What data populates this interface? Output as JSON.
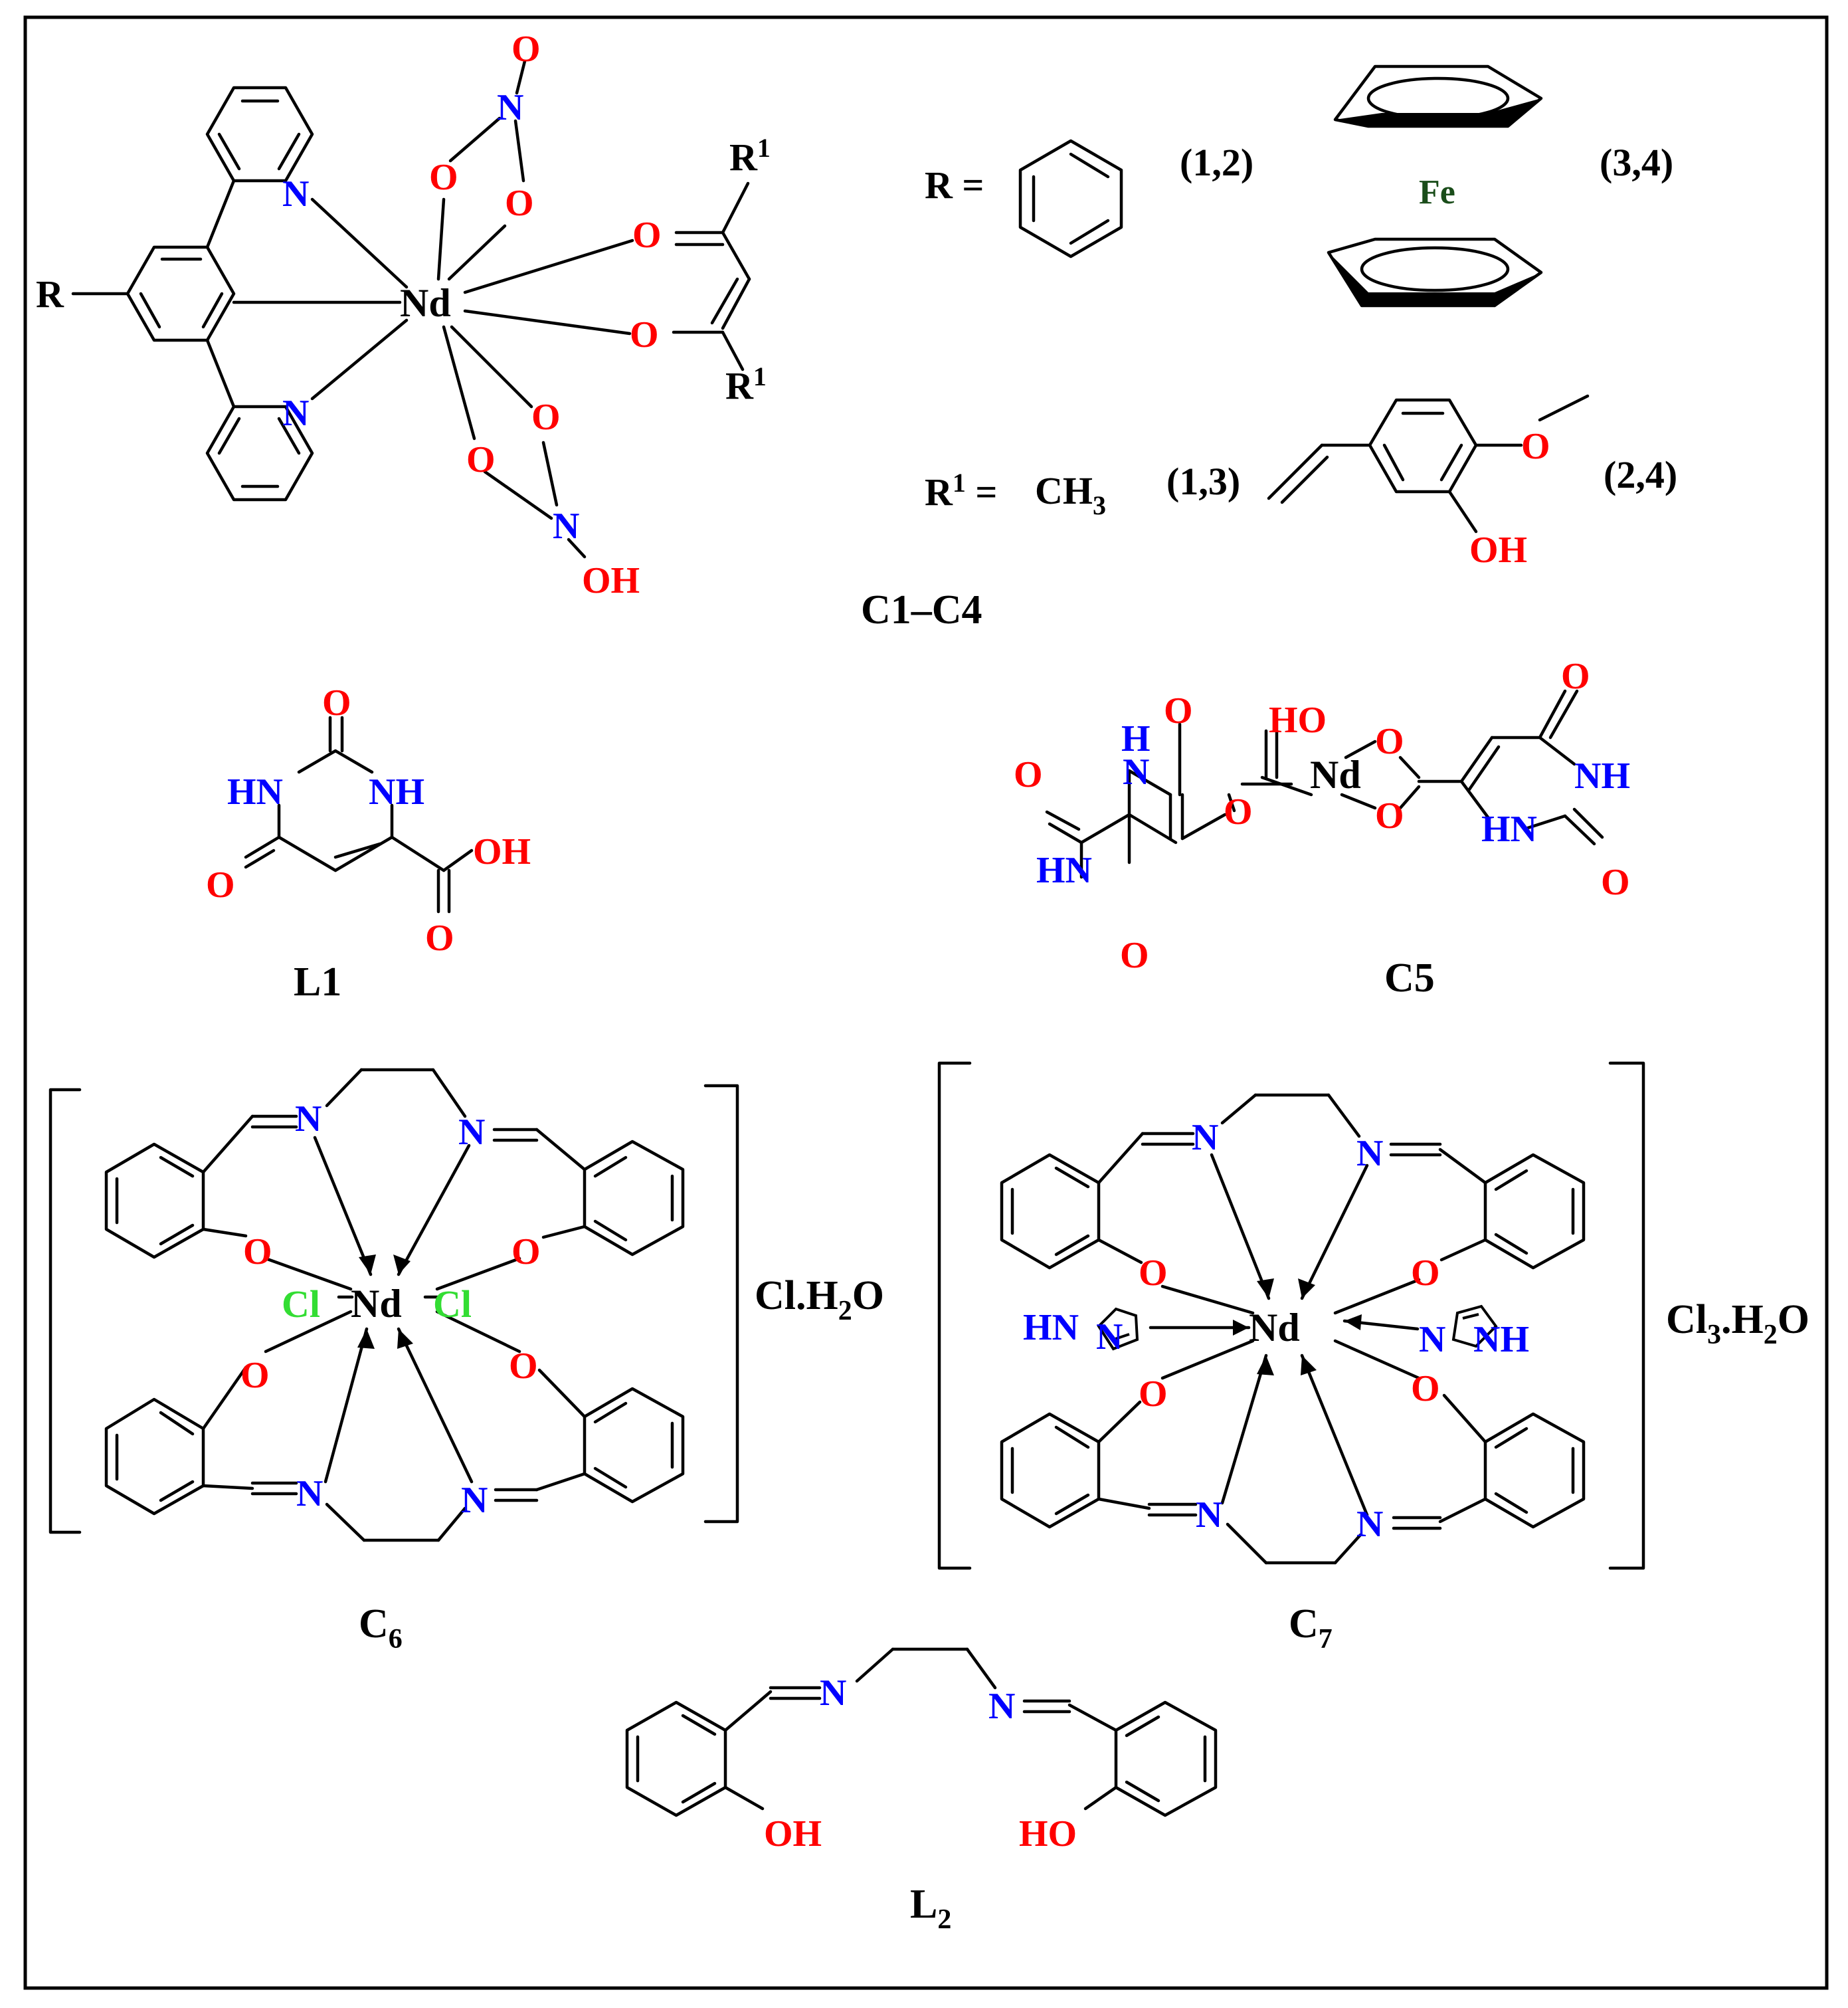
{
  "colors": {
    "oxygen": "#ff0000",
    "nitrogen": "#0000ff",
    "chlorine": "#33dd33",
    "iron": "#1a4d1a",
    "bond": "#000000"
  },
  "atoms": {
    "nd": "Nd",
    "o": "O",
    "n": "N",
    "oh": "OH",
    "ho": "HO",
    "hn": "HN",
    "nh": "NH",
    "h": "H",
    "cl": "Cl",
    "fe": "Fe",
    "r": "R",
    "r1": "R",
    "sup1": "1"
  },
  "substituents": {
    "r_eq": "R =",
    "r1_eq": "R",
    "r1_eq_tail": " =",
    "ch3": "CH",
    "ch3_sub": "3",
    "set_12": "(1,2)",
    "set_34": "(3,4)",
    "set_13": "(1,3)",
    "set_24": "(2,4)"
  },
  "labels": {
    "c1c4": "C1–C4",
    "l1": "L1",
    "c5": "C5",
    "c6": "C",
    "c6_sub": "6",
    "c7": "C",
    "c7_sub": "7",
    "l2": "L",
    "l2_sub": "2"
  },
  "counterions": {
    "c6_a": "Cl.H",
    "c6_sub": "2",
    "c6_b": "O",
    "c7_a": "Cl",
    "c7_sub1": "3",
    "c7_mid": ".H",
    "c7_sub2": "2",
    "c7_b": "O"
  }
}
